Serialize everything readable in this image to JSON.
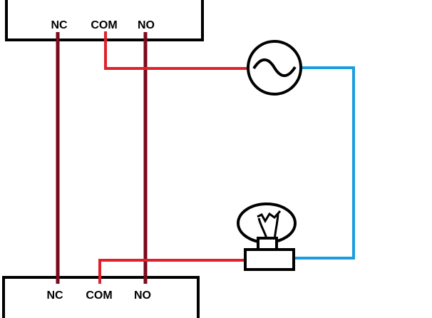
{
  "top_relay": {
    "terminals": [
      {
        "label": "NC"
      },
      {
        "label": "COM"
      },
      {
        "label": "NO"
      }
    ]
  },
  "bottom_relay": {
    "terminals": [
      {
        "label": "NC"
      },
      {
        "label": "COM"
      },
      {
        "label": "NO"
      }
    ]
  },
  "components": {
    "ac_source": "ac-source-symbol",
    "lamp": "light-bulb-symbol"
  },
  "colors": {
    "traveler_wire": "#7a0a1c",
    "live_wire": "#e0202a",
    "neutral_wire": "#1a9ee0",
    "outline": "#000000"
  }
}
